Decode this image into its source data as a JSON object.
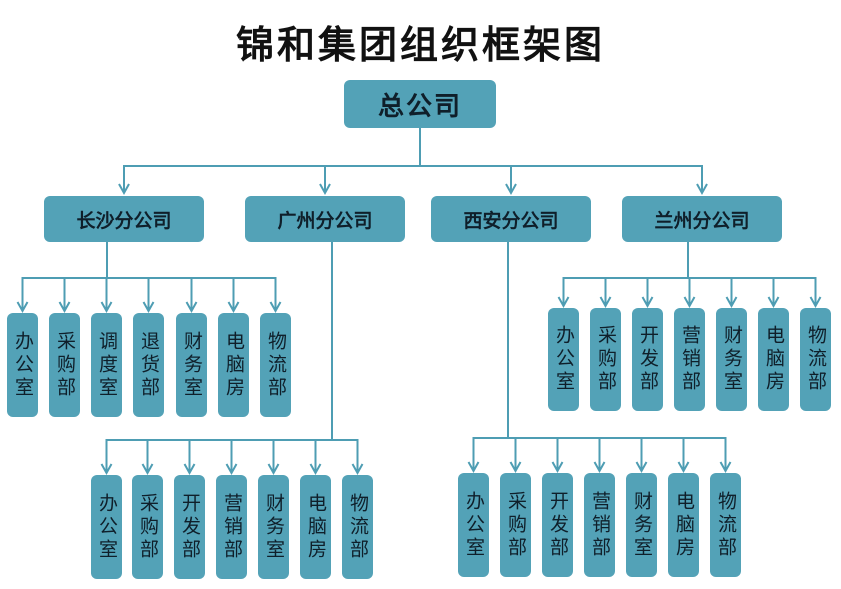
{
  "title": "锦和集团组织框架图",
  "colors": {
    "box": "#53a2b7",
    "line": "#4e9db3",
    "text": "#0f1f2a"
  },
  "root": {
    "label": "总公司"
  },
  "branches": [
    {
      "label": "长沙分公司",
      "departments": [
        "办公室",
        "采购部",
        "调度室",
        "退货部",
        "财务室",
        "电脑房",
        "物流部"
      ]
    },
    {
      "label": "广州分公司",
      "departments": [
        "办公室",
        "采购部",
        "开发部",
        "营销部",
        "财务室",
        "电脑房",
        "物流部"
      ]
    },
    {
      "label": "西安分公司",
      "departments": [
        "办公室",
        "采购部",
        "开发部",
        "营销部",
        "财务室",
        "电脑房",
        "物流部"
      ]
    },
    {
      "label": "兰州分公司",
      "departments": [
        "办公室",
        "采购部",
        "开发部",
        "营销部",
        "财务室",
        "电脑房",
        "物流部"
      ]
    }
  ]
}
